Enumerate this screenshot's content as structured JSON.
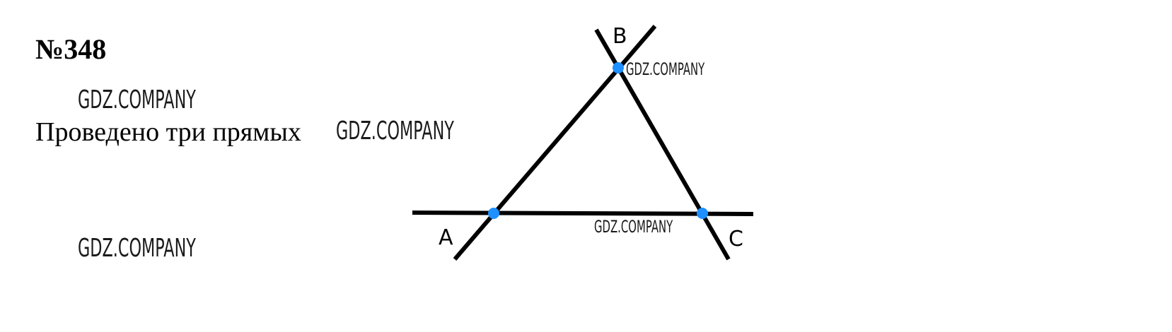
{
  "problem": {
    "number": "№348",
    "statement": "Проведено три прямых"
  },
  "watermarks": [
    "GDZ.COMPANY",
    "GDZ.COMPANY",
    "GDZ.COMPANY",
    "GDZ.COMPANY",
    "GDZ.COMPANY"
  ],
  "figure": {
    "points": {
      "A": "A",
      "B": "B",
      "C": "C"
    },
    "line_color": "#000000",
    "point_color": "#1e90ff"
  }
}
